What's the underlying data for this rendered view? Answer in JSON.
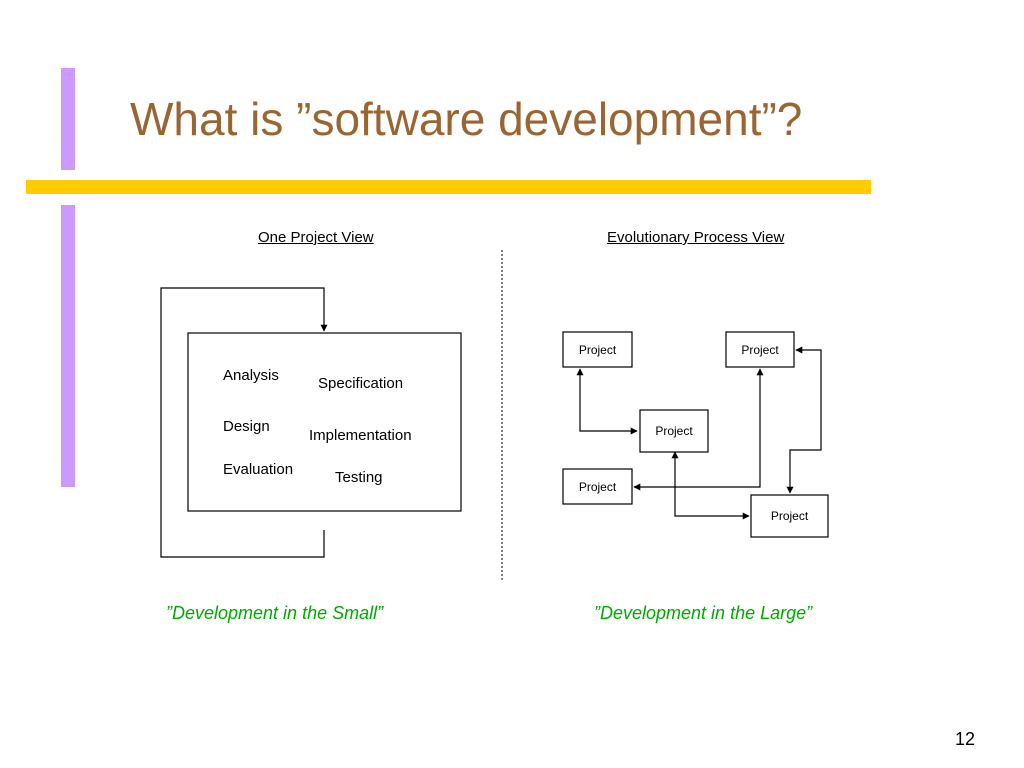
{
  "slide": {
    "title": "What is ”software development”?",
    "page_number": "12",
    "colors": {
      "accent_bar": "#cc99ff",
      "title_rule": "#ffcc00",
      "title_text": "#996633",
      "caption_text": "#00aa00"
    }
  },
  "left_panel": {
    "heading": "One Project View",
    "activities": [
      "Analysis",
      "Specification",
      "Design",
      "Implementation",
      "Evaluation",
      "Testing"
    ],
    "caption": "”Development in the Small”"
  },
  "right_panel": {
    "heading": "Evolutionary Process View",
    "nodes": [
      "Project",
      "Project",
      "Project",
      "Project",
      "Project"
    ],
    "caption": "”Development in the Large”"
  }
}
